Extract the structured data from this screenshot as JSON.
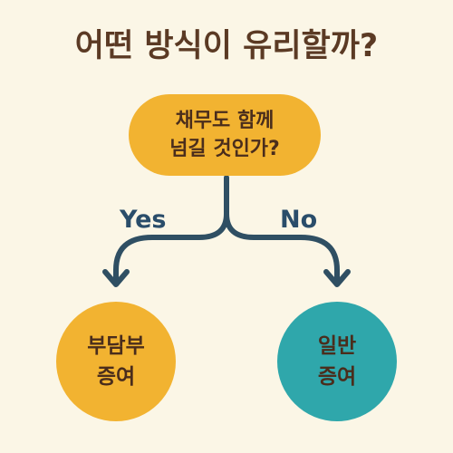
{
  "title": "어떤 방식이 유리할까?",
  "decision": {
    "line1": "채무도 함께",
    "line2": "넘길 것인가?"
  },
  "branches": {
    "yes_label": "Yes",
    "no_label": "No"
  },
  "outcomes": {
    "left": {
      "line1": "부담부",
      "line2": "증여"
    },
    "right": {
      "line1": "일반",
      "line2": "증여"
    }
  },
  "colors": {
    "background": "#fbf6e6",
    "title": "#5b3a24",
    "node_yellow": "#f2b331",
    "node_teal": "#2fa7ab",
    "connector": "#2f4f63",
    "node_text": "#4a2d1c"
  }
}
